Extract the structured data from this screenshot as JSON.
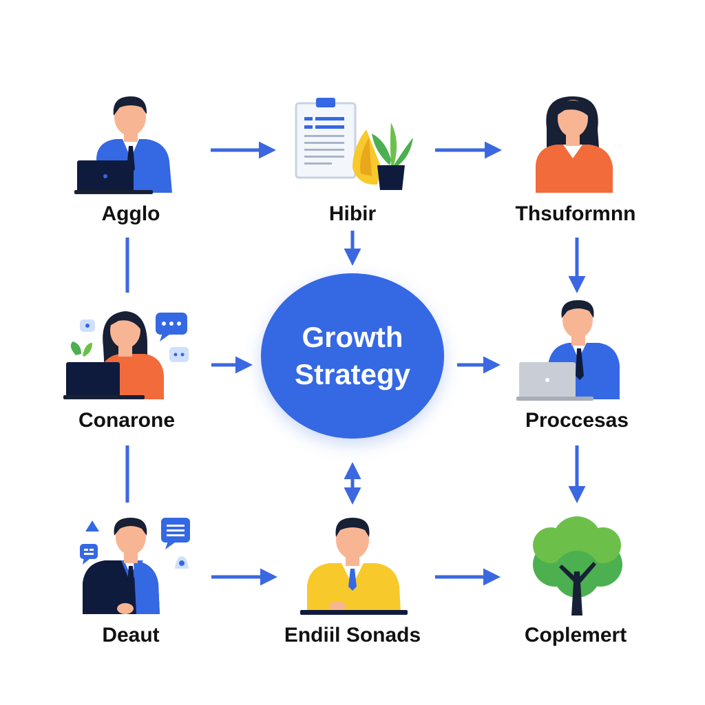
{
  "center": {
    "line1": "Growth",
    "line2": "Strategy"
  },
  "nodes": [
    {
      "id": "agglo",
      "label": "Agglo",
      "icon": "person-laptop-icon"
    },
    {
      "id": "hibir",
      "label": "Hibir",
      "icon": "clipboard-plant-icon"
    },
    {
      "id": "thsuformnn",
      "label": "Thsuformnn",
      "icon": "woman-avatar-icon"
    },
    {
      "id": "conarone",
      "label": "Conarone",
      "icon": "woman-laptop-chat-icon"
    },
    {
      "id": "proccesas",
      "label": "Proccesas",
      "icon": "man-laptop-icon"
    },
    {
      "id": "deaut",
      "label": "Deaut",
      "icon": "man-chat-icon"
    },
    {
      "id": "endiil-sonads",
      "label": "Endiil Sonads",
      "icon": "man-desk-icon"
    },
    {
      "id": "coplemert",
      "label": "Coplemert",
      "icon": "tree-icon"
    }
  ],
  "colors": {
    "accent": "#3568e3",
    "arrow": "#3b67e0",
    "text": "#111111",
    "skin": "#f8b594",
    "hair": "#172035",
    "orange": "#f26b3a",
    "yellow": "#f7c92b",
    "green": "#4caf50",
    "navy": "#0f1b3d"
  }
}
